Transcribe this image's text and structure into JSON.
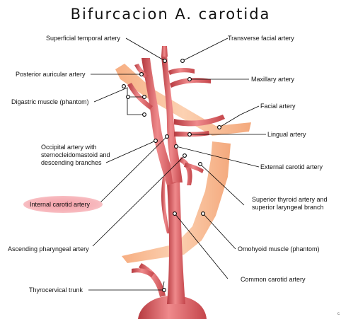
{
  "title": "Bifurcacion  A. carotida",
  "labels": {
    "superficial_temporal": "Superficial temporal artery",
    "transverse_facial": "Transverse facial artery",
    "posterior_auricular": "Posterior auricular artery",
    "maxillary": "Maxillary artery",
    "digastric": "Digastric muscle (phantom)",
    "facial": "Facial artery",
    "lingual": "Lingual artery",
    "occipital": "Occipital artery with\nsternocleidomastoid and\ndescending branches",
    "external_carotid": "External carotid artery",
    "internal_carotid": "Internal carotid artery",
    "superior_thyroid": "Superior thyroid artery and\nsuperior laryngeal branch",
    "ascending_pharyngeal": "Ascending pharyngeal artery",
    "omohyoid": "Omohyoid muscle (phantom)",
    "common_carotid": "Common carotid artery",
    "thyrocervical": "Thyrocervical trunk"
  },
  "corner_mark": "c",
  "colors": {
    "artery": "#dd5a5e",
    "artery_dark": "#b63a40",
    "artery_light": "#f2a3a4",
    "muscle": "#f7a878",
    "highlight": "#f4a0a8",
    "leader": "#000000"
  }
}
